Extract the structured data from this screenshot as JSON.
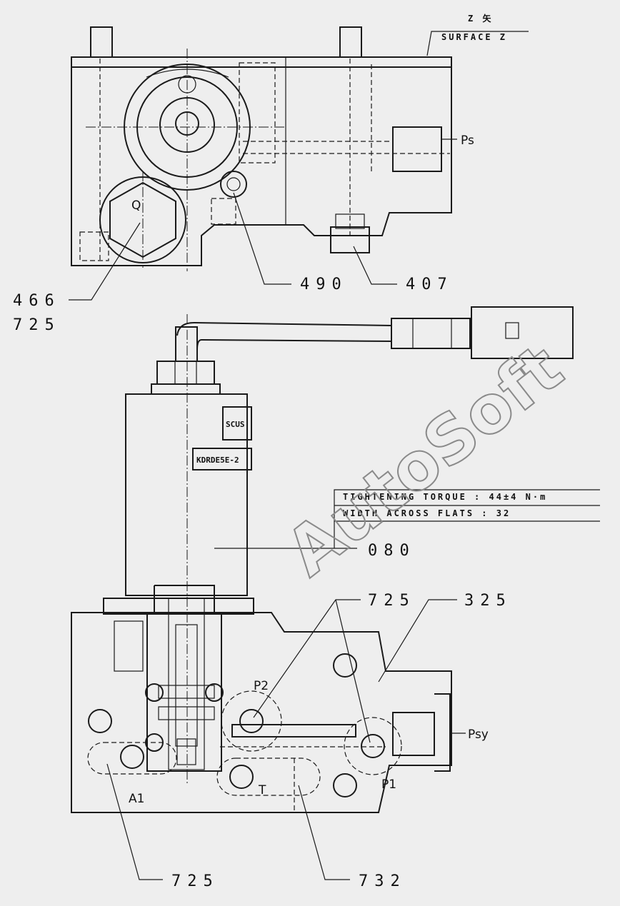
{
  "surface": {
    "z_mark": "Z 矢",
    "label": "SURFACE Z"
  },
  "ports": {
    "ps": "Ps",
    "psy": "Psy",
    "p1": "P1",
    "p2": "P2",
    "a1": "A1",
    "t": "T",
    "q": "Q"
  },
  "callouts": {
    "c466": "466",
    "c725_top": "725",
    "c490": "490",
    "c407": "407",
    "c080": "080",
    "c725_mid": "725",
    "c325": "325",
    "c725_bottom": "725",
    "c732": "732"
  },
  "spec_box": {
    "line1": "TIGHTENING TORQUE  :  44±4 N·m",
    "line2": "WIDTH ACROSS FLATS :  32"
  },
  "solenoid_tags": {
    "tag1": "SCUS",
    "tag2": "KDRDE5E-2"
  },
  "watermark": "AutoSoft"
}
